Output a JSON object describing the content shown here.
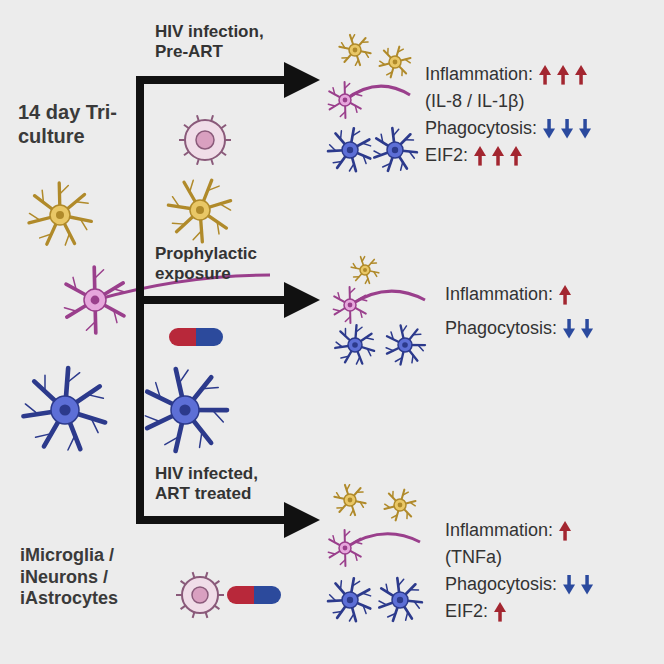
{
  "diagram": {
    "labels": [
      "14 day Tri-culture",
      "iMicroglia / iNeurons / iAstrocytes",
      "HIV infection, Pre-ART",
      "Inflammation:",
      "(IL-8 / IL-1β)",
      "Phagocytosis:",
      "EIF2:",
      "Prophylactic exposure",
      "Inflammation:",
      "Phagocytosis:",
      "HIV infected, ART treated",
      "Inflammation:",
      "(TNFa)",
      "Phagocytosis:",
      "EIF2:"
    ]
  }
}
